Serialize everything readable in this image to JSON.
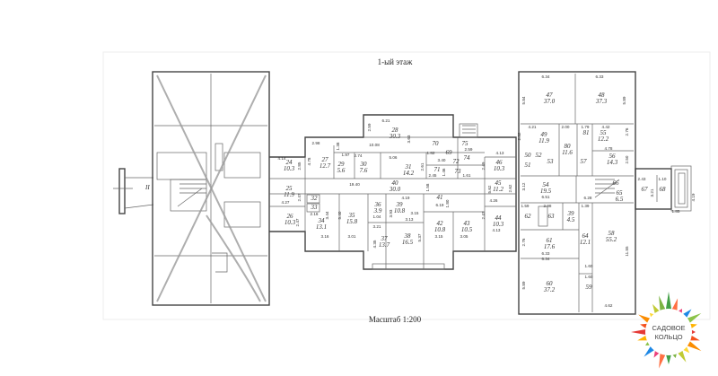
{
  "title": "1-ый этаж",
  "scale": "Масштаб 1:200",
  "entrance_label": "II",
  "logo": {
    "line1": "САДОВОЕ",
    "line2": "КОЛЬЦО"
  },
  "rooms": [
    {
      "no": "24",
      "area": "10.3"
    },
    {
      "no": "25",
      "area": "11.9"
    },
    {
      "no": "26",
      "area": "10.3"
    },
    {
      "no": "27",
      "area": "12.7"
    },
    {
      "no": "29",
      "area": "5.6"
    },
    {
      "no": "30",
      "area": "7.6"
    },
    {
      "no": "28",
      "area": "30.3"
    },
    {
      "no": "31",
      "area": "14.2"
    },
    {
      "no": "70",
      "area": ""
    },
    {
      "no": "69",
      "area": ""
    },
    {
      "no": "75",
      "area": ""
    },
    {
      "no": "74",
      "area": ""
    },
    {
      "no": "71",
      "area": ""
    },
    {
      "no": "72",
      "area": ""
    },
    {
      "no": "73",
      "area": ""
    },
    {
      "no": "46",
      "area": "10.3"
    },
    {
      "no": "40",
      "area": "30.0"
    },
    {
      "no": "45",
      "area": "11.2"
    },
    {
      "no": "44",
      "area": "10.3"
    },
    {
      "no": "32",
      "area": ""
    },
    {
      "no": "33",
      "area": ""
    },
    {
      "no": "34",
      "area": "13.1"
    },
    {
      "no": "35",
      "area": "15.8"
    },
    {
      "no": "36",
      "area": "3.9"
    },
    {
      "no": "39",
      "area": "10.8"
    },
    {
      "no": "41",
      "area": ""
    },
    {
      "no": "42",
      "area": "10.8"
    },
    {
      "no": "43",
      "area": "10.5"
    },
    {
      "no": "37",
      "area": "13.7"
    },
    {
      "no": "38",
      "area": "16.5"
    },
    {
      "no": "47",
      "area": "37.0"
    },
    {
      "no": "48",
      "area": "37.3"
    },
    {
      "no": "49",
      "area": "11.9"
    },
    {
      "no": "80",
      "area": "11.6"
    },
    {
      "no": "81",
      "area": ""
    },
    {
      "no": "55",
      "area": "12.2"
    },
    {
      "no": "53",
      "area": ""
    },
    {
      "no": "57",
      "area": ""
    },
    {
      "no": "56",
      "area": "14.3"
    },
    {
      "no": "54",
      "area": "19.5"
    },
    {
      "no": "66",
      "area": ""
    },
    {
      "no": "65",
      "area": "6.5"
    },
    {
      "no": "67",
      "area": ""
    },
    {
      "no": "68",
      "area": ""
    },
    {
      "no": "62",
      "area": ""
    },
    {
      "no": "63",
      "area": ""
    },
    {
      "no": "39",
      "area": "4.5"
    },
    {
      "no": "64",
      "area": "12.1"
    },
    {
      "no": "58",
      "area": "55.2"
    },
    {
      "no": "61",
      "area": "17.6"
    },
    {
      "no": "60",
      "area": "37.2"
    },
    {
      "no": "59",
      "area": ""
    },
    {
      "no": "50",
      "area": ""
    },
    {
      "no": "52",
      "area": ""
    },
    {
      "no": "51",
      "area": ""
    }
  ],
  "dimensions": [
    "6.21",
    "2.59",
    "3.63",
    "2.98",
    "1.38",
    "10.08",
    "4.78",
    "4.14",
    "2.85",
    "1.97",
    "2.74",
    "5.06",
    "1.82",
    "3.40",
    "2.61",
    "2.45",
    "1.46",
    "1.61",
    "2.59",
    "4.13",
    "2.49",
    "19.40",
    "1.58",
    "2.47",
    "4.27",
    "4.19",
    "5.62",
    "4.26",
    "6.19",
    "1.80",
    "2.16",
    "3.44",
    "5.40",
    "3.15",
    "3.13",
    "1.04",
    "3.21",
    "3.93",
    "2.47",
    "2.47",
    "4.13",
    "3.16",
    "3.01",
    "3.15",
    "3.05",
    "4.35",
    "5.37",
    "6.34",
    "6.33",
    "5.84",
    "5.89",
    "4.21",
    "2.00",
    "1.79",
    "4.42",
    "2.76",
    "2.32",
    "4.78",
    "2.50",
    "3.12",
    "6.51",
    "6.28",
    "2.43",
    "1.10",
    "3.21",
    "4.19",
    "1.85",
    "1.59",
    "2.98",
    "1.39",
    "2.76",
    "6.33",
    "6.34",
    "1.60",
    "1.60",
    "5.89",
    "11.55",
    "4.62",
    "2.62"
  ]
}
